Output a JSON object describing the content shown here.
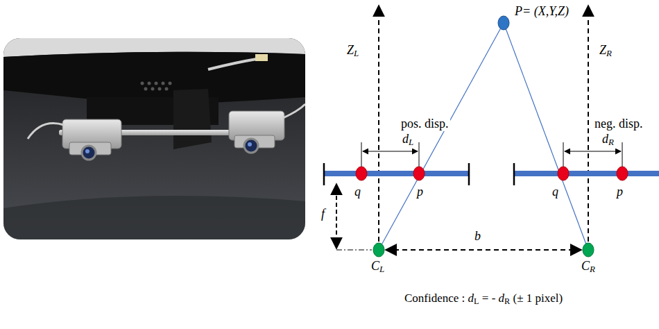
{
  "diagram": {
    "labels": [
      "P= (X,Y,Z)",
      "ZL",
      "ZR",
      "pos. disp.",
      "dL",
      "neg. disp.",
      "dR",
      "q",
      "p",
      "q",
      "p",
      "f",
      "b",
      "CL",
      "CR",
      "Confidence : dL = - dR (± 1 pixel)"
    ]
  }
}
